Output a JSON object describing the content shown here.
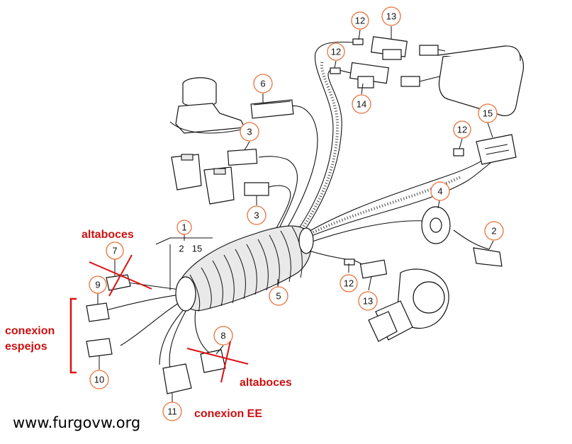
{
  "callouts": {
    "c1": "1",
    "c2a": "2",
    "c2b": "2",
    "c15a": "15",
    "c15b": "15",
    "c3a": "3",
    "c3b": "3",
    "c4": "4",
    "c5": "5",
    "c6": "6",
    "c7": "7",
    "c8": "8",
    "c9": "9",
    "c10": "10",
    "c11": "11",
    "c12a": "12",
    "c12b": "12",
    "c12c": "12",
    "c12d": "12",
    "c13a": "13",
    "c13b": "13",
    "c14": "14"
  },
  "annotations": {
    "altaboces_top": "altaboces",
    "conexion_espejos_l1": "conexion",
    "conexion_espejos_l2": "espejos",
    "altaboces_bottom": "altaboces",
    "conexion_ee": "conexion EE"
  },
  "watermark": "www.furgovw.org",
  "colors": {
    "callout_ring": "#e8733a",
    "annotation": "#cc1111",
    "line": "#111111"
  }
}
